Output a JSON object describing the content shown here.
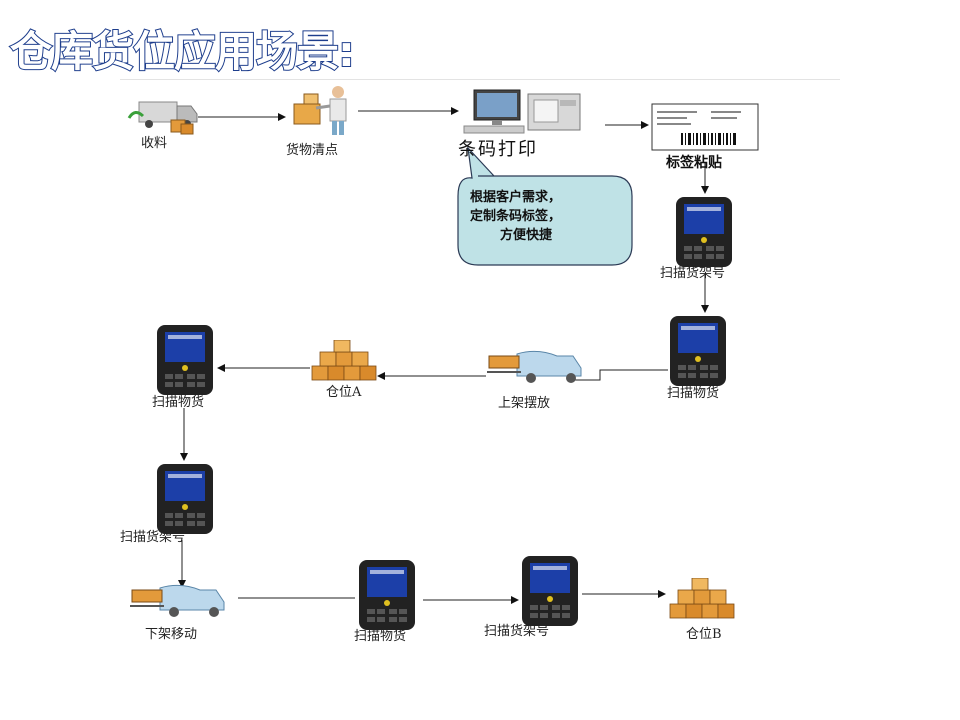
{
  "title": "仓库货位应用场景:",
  "labels": {
    "receive": "收料",
    "count": "货物清点",
    "print": "条码打印",
    "label_paste": "标签粘贴",
    "scan_shelf_1": "扫描货架号",
    "scan_goods_1": "扫描物货",
    "shelve": "上架摆放",
    "warehouse_a": "仓位A",
    "scan_goods_2": "扫描物货",
    "scan_shelf_2": "扫描货架号",
    "unshelve": "下架移动",
    "scan_goods_3": "扫描物货",
    "scan_shelf_3": "扫描货架号",
    "warehouse_b": "仓位B"
  },
  "callout": {
    "line1": "根据客户需求，",
    "line2": "定制条码标签，",
    "line3": "方便快捷"
  },
  "icons": [
    "truck-icon",
    "worker-icon",
    "computer-printer-icon",
    "barcode-label-icon",
    "handheld-scanner-icon",
    "boxes-icon",
    "forklift-icon"
  ]
}
